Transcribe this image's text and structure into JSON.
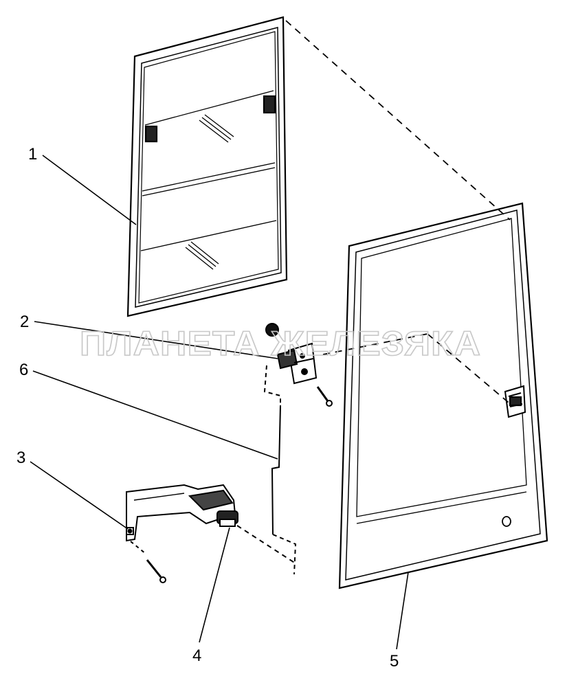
{
  "watermark": "ПЛАНЕТА ЖЕЛЕЗЯКА",
  "callouts": [
    {
      "id": "1",
      "label": "1"
    },
    {
      "id": "2",
      "label": "2"
    },
    {
      "id": "3",
      "label": "3"
    },
    {
      "id": "4",
      "label": "4"
    },
    {
      "id": "5",
      "label": "5"
    },
    {
      "id": "6",
      "label": "6"
    }
  ],
  "colors": {
    "line": "#000000",
    "glass_hatch": "#000000",
    "watermark": "#c8c8c8",
    "background": "#ffffff"
  }
}
